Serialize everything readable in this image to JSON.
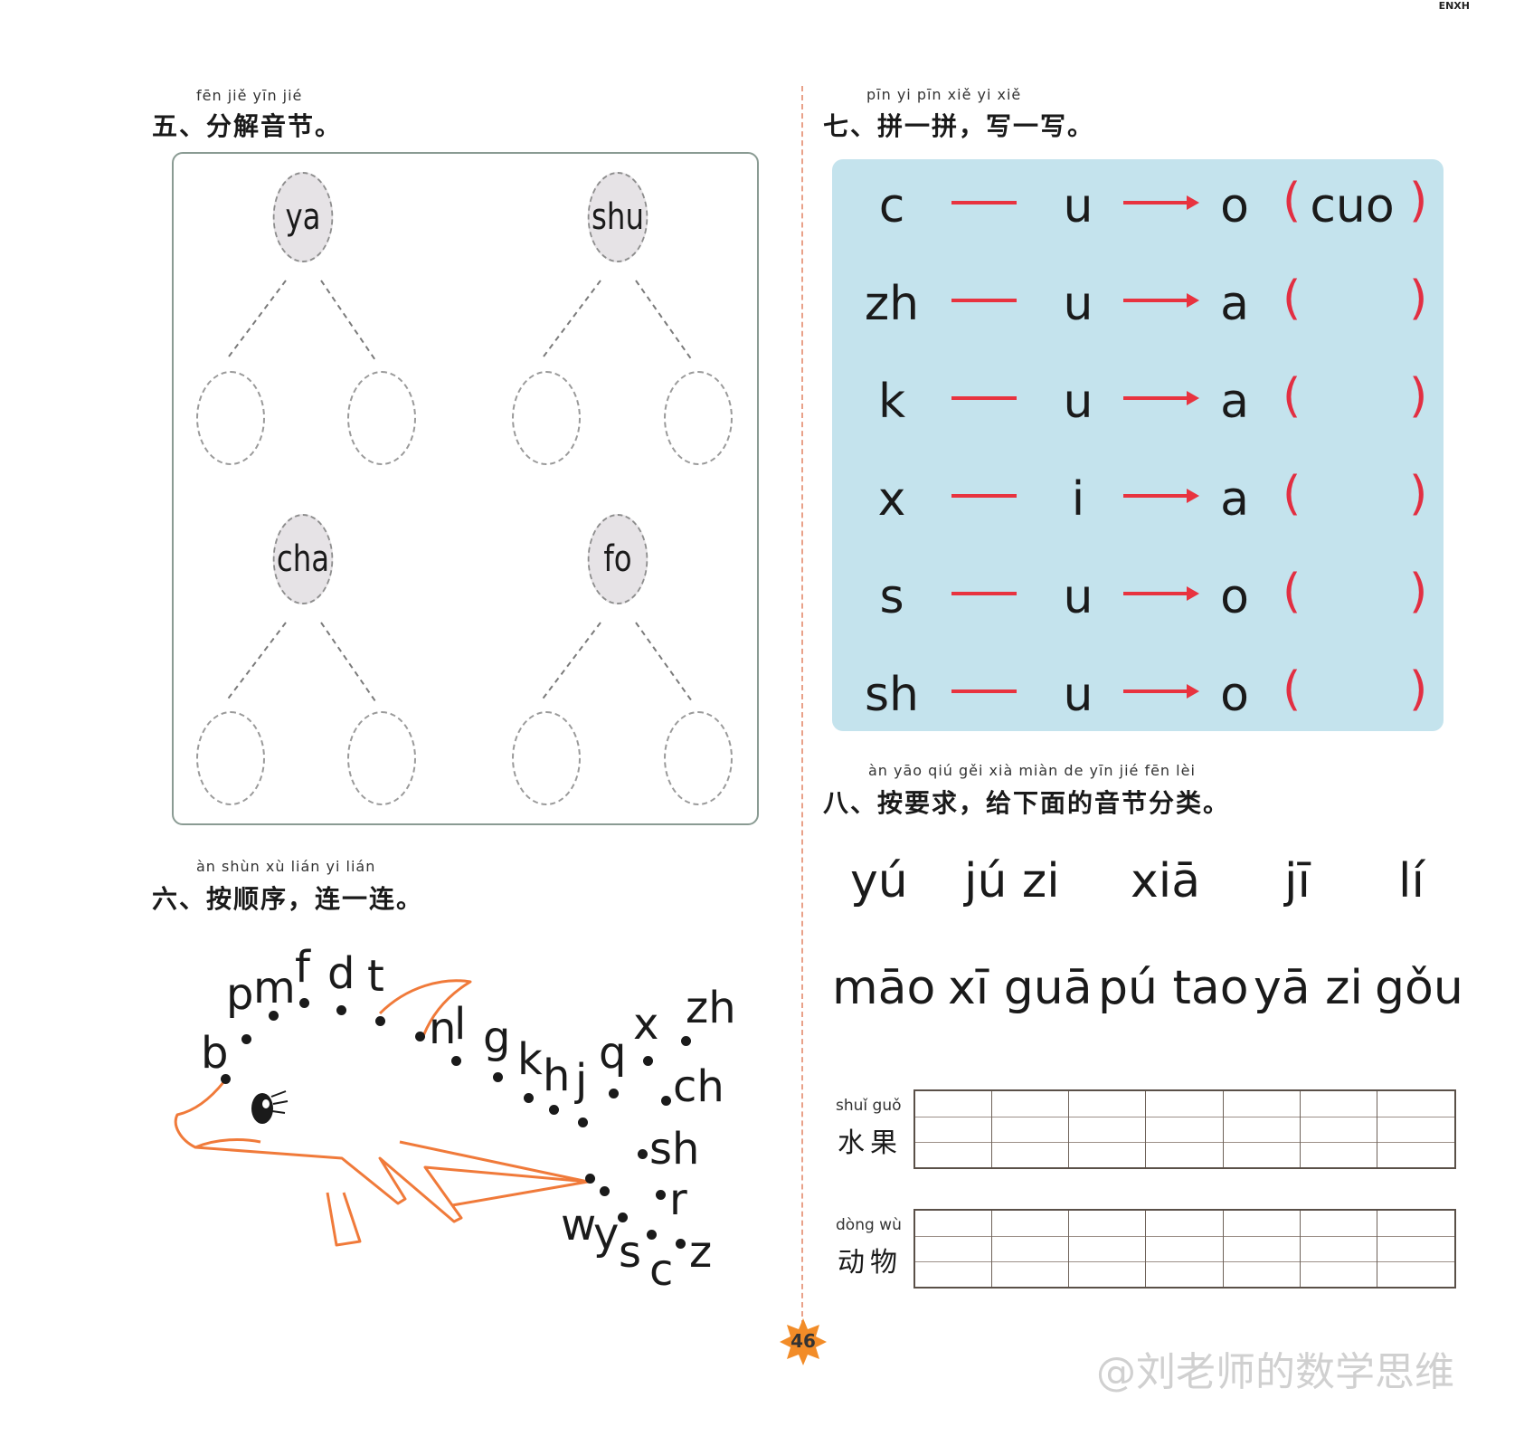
{
  "corner_text": "ENXH",
  "section5": {
    "pinyin": "fēn jiě yīn jié",
    "title": "五、分解音节。",
    "syllables": [
      "ya",
      "shu",
      "cha",
      "fo"
    ]
  },
  "section6": {
    "pinyin": "àn shùn xù  lián yi lián",
    "title": "六、按顺序，连一连。",
    "letters": [
      "b",
      "p",
      "m",
      "f",
      "d",
      "t",
      "n",
      "l",
      "g",
      "k",
      "h",
      "j",
      "q",
      "x",
      "zh",
      "ch",
      "sh",
      "r",
      "z",
      "c",
      "s",
      "y",
      "w"
    ]
  },
  "section7": {
    "pinyin": "pīn yi pīn  xiě yi xiě",
    "title": "七、拼一拼，写一写。",
    "rows": [
      {
        "initial": "c",
        "medial": "u",
        "final": "o",
        "answer": "cuo"
      },
      {
        "initial": "zh",
        "medial": "u",
        "final": "a",
        "answer": ""
      },
      {
        "initial": "k",
        "medial": "u",
        "final": "a",
        "answer": ""
      },
      {
        "initial": "x",
        "medial": "i",
        "final": "a",
        "answer": ""
      },
      {
        "initial": "s",
        "medial": "u",
        "final": "o",
        "answer": ""
      },
      {
        "initial": "sh",
        "medial": "u",
        "final": "o",
        "answer": ""
      }
    ],
    "open_paren": "(",
    "close_paren": ")"
  },
  "section8": {
    "pinyin": "àn yāo qiú  gěi xià miàn de yīn jié fēn lèi",
    "title": "八、按要求，给下面的音节分类。",
    "words_row1": [
      "yú",
      "jú zi",
      "xiā",
      "jī",
      "lí"
    ],
    "words_row2": [
      "māo",
      "xī guā",
      "pú tao",
      "yā zi",
      "gǒu"
    ],
    "categories": [
      {
        "pinyin": "shuǐ guǒ",
        "label": "水果"
      },
      {
        "pinyin": "dòng wù",
        "label": "动物"
      }
    ]
  },
  "page_number": "46",
  "watermark": "@刘老师的数学思维",
  "colors": {
    "panel_blue": "#c4e3ed",
    "red_marks": "#e22f42",
    "divider": "#e9a189",
    "dolphin_outline": "#f07a3a",
    "page_badge": "#f28c28"
  }
}
